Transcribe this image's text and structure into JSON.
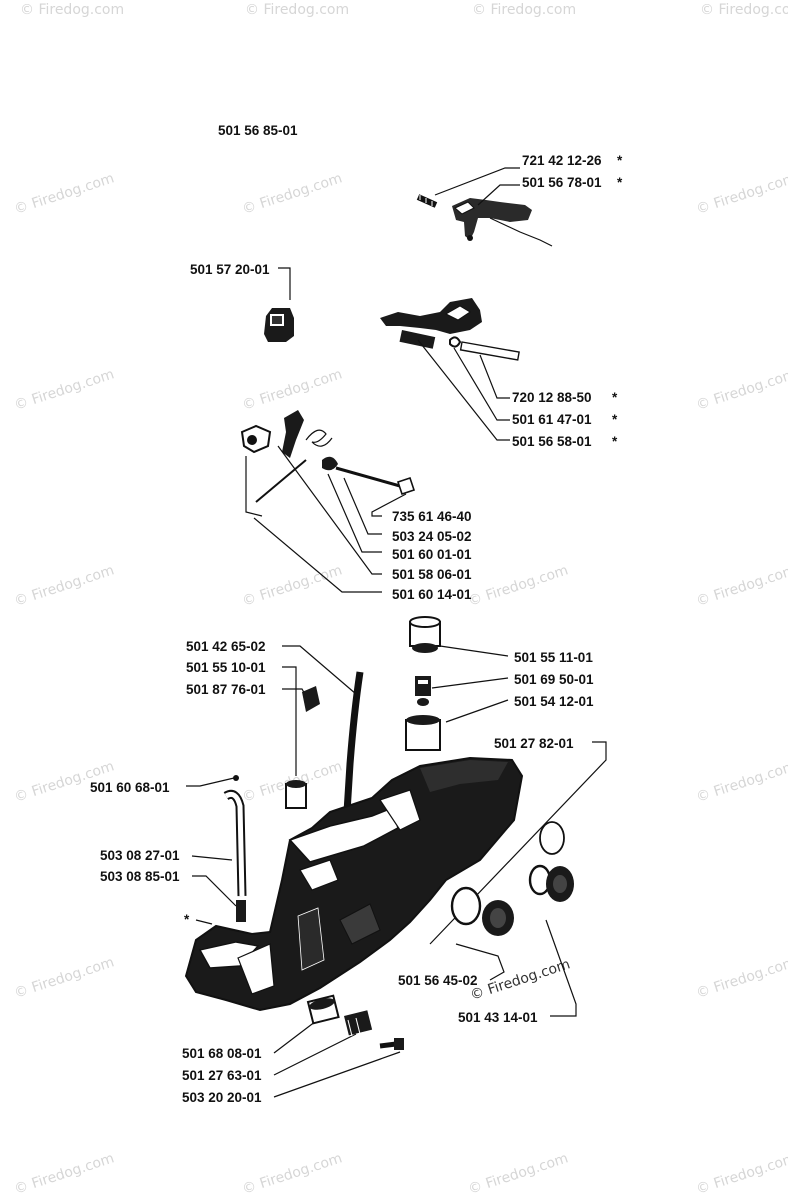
{
  "diagram": {
    "watermark": "© Firedog.com",
    "star": "*",
    "title_part": "501 56 85-01",
    "parts": {
      "p_721_42_12_26": "721 42 12-26",
      "p_501_56_78_01": "501 56 78-01",
      "p_501_57_20_01": "501 57 20-01",
      "p_720_12_88_50": "720 12 88-50",
      "p_501_61_47_01": "501 61 47-01",
      "p_501_56_58_01": "501 56 58-01",
      "p_735_61_46_40": "735 61 46-40",
      "p_503_24_05_02": "503 24 05-02",
      "p_501_60_01_01": "501 60 01-01",
      "p_501_58_06_01": "501 58 06-01",
      "p_501_60_14_01": "501 60 14-01",
      "p_501_42_65_02": "501 42 65-02",
      "p_501_55_10_01": "501 55 10-01",
      "p_501_87_76_01": "501 87 76-01",
      "p_501_55_11_01": "501 55 11-01",
      "p_501_69_50_01": "501 69 50-01",
      "p_501_54_12_01": "501 54 12-01",
      "p_501_27_82_01": "501 27 82-01",
      "p_501_60_68_01": "501 60 68-01",
      "p_503_08_27_01": "503 08 27-01",
      "p_503_08_85_01": "503 08 85-01",
      "p_501_56_45_02": "501 56 45-02",
      "p_501_43_14_01": "501 43 14-01",
      "p_501_68_08_01": "501 68 08-01",
      "p_501_27_63_01": "501 27 63-01",
      "p_503_20_20_01": "503 20 20-01"
    }
  }
}
